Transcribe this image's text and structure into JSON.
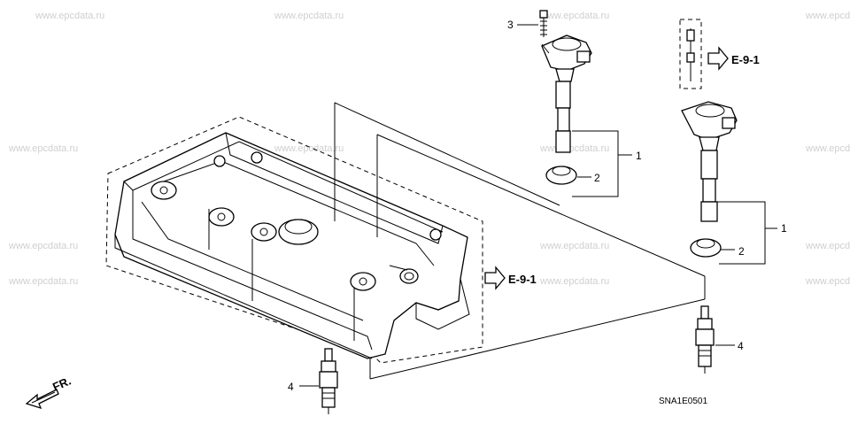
{
  "watermark": "www.epcdata.ru",
  "callouts": {
    "bolt": "3",
    "coil_upper": "1",
    "coil_lower": "1",
    "seal_upper": "2",
    "seal_lower": "2",
    "plug_left": "4",
    "plug_right": "4"
  },
  "references": {
    "top": "E-9-1",
    "middle": "E-9-1"
  },
  "front_marker": "FR.",
  "diagram_code": "SNA1E0501"
}
